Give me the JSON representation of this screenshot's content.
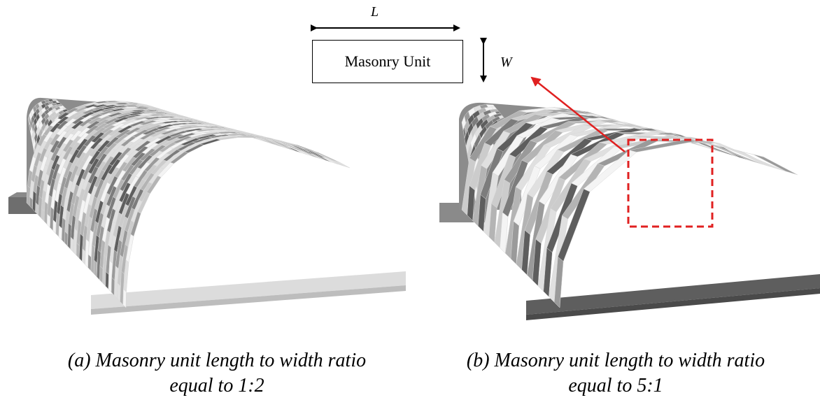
{
  "legend": {
    "unit_label": "Masonry Unit",
    "length_symbol": "L",
    "width_symbol": "W"
  },
  "panels": [
    {
      "id": "a",
      "caption_line1": "(a) Masonry unit length to width ratio",
      "caption_line2": "equal to 1:2",
      "ratio_length": 1,
      "ratio_width": 2
    },
    {
      "id": "b",
      "caption_line1": "(b) Masonry unit length to width ratio",
      "caption_line2": "equal to 5:1",
      "ratio_length": 5,
      "ratio_width": 1
    }
  ],
  "colors": {
    "highlight": "#e02020",
    "grays": [
      "#f4f4f4",
      "#e0e0e0",
      "#cccccc",
      "#b4b4b4",
      "#9a9a9a",
      "#7c7c7c",
      "#5e5e5e"
    ]
  }
}
